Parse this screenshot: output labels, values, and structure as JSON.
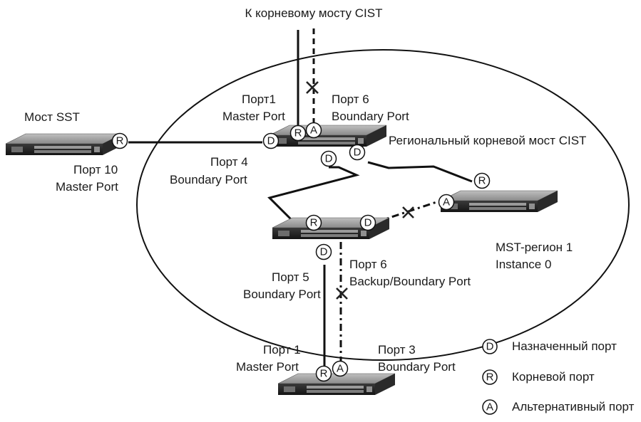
{
  "title": "К корневому мосту CIST",
  "region": {
    "line1": "MST-регион 1",
    "line2": "Instance 0"
  },
  "labels": {
    "sst_bridge": "Мост SST",
    "port10_a": "Порт 10",
    "port10_b": "Master Port",
    "port1_a": "Порт1",
    "port1_b": "Master Port",
    "port6top_a": "Порт 6",
    "port6top_b": "Boundary Port",
    "regional_root": "Региональный корневой мост CIST",
    "port4_a": "Порт 4",
    "port4_b": "Boundary Port",
    "port5_a": "Порт 5",
    "port5_b": "Boundary Port",
    "port6mid_a": "Порт 6",
    "port6mid_b": "Backup/Boundary Port",
    "port1bot_a": "Порт 1",
    "port1bot_b": "Master Port",
    "port3_a": "Порт 3",
    "port3_b": "Boundary Port"
  },
  "badge_letters": {
    "designated": "D",
    "root": "R",
    "alternate": "A"
  },
  "legend": [
    {
      "letter": "D",
      "text": "Назначенный порт"
    },
    {
      "letter": "R",
      "text": "Корневой порт"
    },
    {
      "letter": "A",
      "text": "Альтернативный порт"
    }
  ]
}
